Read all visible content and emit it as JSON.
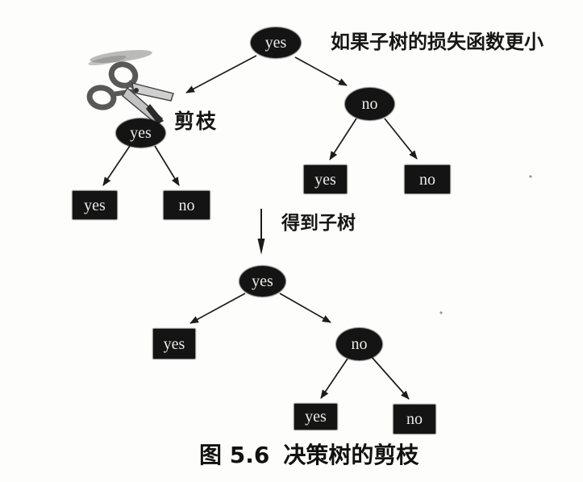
{
  "figure": {
    "caption_number": "图 5.6",
    "caption_title": "决策树的剪枝"
  },
  "annotations": {
    "condition_text": "如果子树的损失函数更小",
    "prune_label": "剪枝",
    "result_label": "得到子树"
  },
  "top_tree": {
    "root": {
      "label": "yes",
      "shape": "ellipse"
    },
    "left_subtree": {
      "root": {
        "label": "yes",
        "shape": "ellipse"
      },
      "children": [
        {
          "label": "yes",
          "shape": "rect"
        },
        {
          "label": "no",
          "shape": "rect"
        }
      ]
    },
    "right_subtree": {
      "root": {
        "label": "no",
        "shape": "ellipse"
      },
      "children": [
        {
          "label": "yes",
          "shape": "rect"
        },
        {
          "label": "no",
          "shape": "rect"
        }
      ]
    }
  },
  "bottom_tree": {
    "root": {
      "label": "yes",
      "shape": "ellipse"
    },
    "left_leaf": {
      "label": "yes",
      "shape": "rect"
    },
    "right_subtree": {
      "root": {
        "label": "no",
        "shape": "ellipse"
      },
      "children": [
        {
          "label": "yes",
          "shape": "rect"
        },
        {
          "label": "no",
          "shape": "rect"
        }
      ]
    }
  },
  "colors": {
    "background": "#fdfdfb",
    "node_fill": "#141414",
    "node_text": "#eeebe4",
    "edge": "#1c1c1c",
    "scissors_gray": "#585858",
    "text": "#161616"
  }
}
